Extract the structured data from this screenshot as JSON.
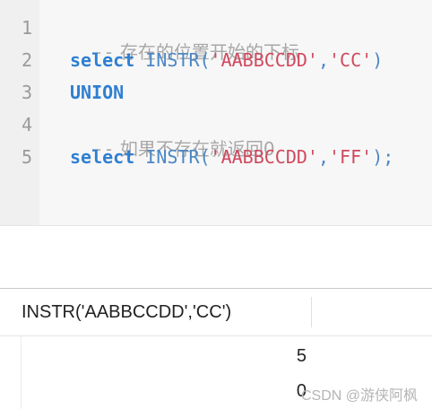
{
  "editor": {
    "line_numbers": [
      "1",
      "2",
      "3",
      "4",
      "5"
    ],
    "line1": {
      "dash": "--",
      "comment": " 存在的位置开始的下标"
    },
    "line2": {
      "kw": "select",
      "fn": " INSTR",
      "open": "(",
      "s1": "'AABBCCDD'",
      "comma": ",",
      "s2": "'CC'",
      "close": ")"
    },
    "line3": {
      "kw": "UNION"
    },
    "line4": {
      "dash": "--",
      "comment": " 如果不存在就返回0"
    },
    "line5": {
      "kw": "select",
      "fn": " INSTR",
      "open": "(",
      "s1": "'AABBCCDD'",
      "comma": ",",
      "s2": "'FF'",
      "close": ");"
    }
  },
  "result": {
    "column_header": "INSTR('AABBCCDD','CC')",
    "rows": [
      "5",
      "0"
    ]
  },
  "watermark": "CSDN @游侠阿枫",
  "colors": {
    "keyword": "#2f7fd1",
    "string": "#d0485e",
    "comment": "#a8a8a8",
    "line_number": "#9a9a9a"
  }
}
